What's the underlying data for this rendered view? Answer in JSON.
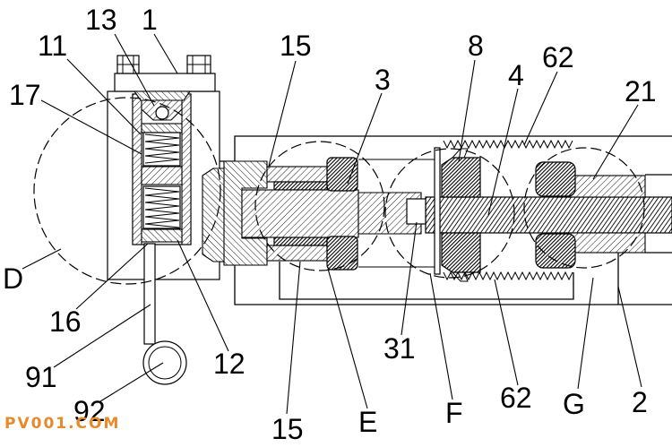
{
  "figure": {
    "labels": {
      "n13": "13",
      "n1": "1",
      "n11": "11",
      "n17": "17",
      "n15_top": "15",
      "n3": "3",
      "n8": "8",
      "n4": "4",
      "n62_top": "62",
      "n21": "21",
      "nD": "D",
      "n16": "16",
      "n91": "91",
      "n12": "12",
      "n92": "92",
      "n31": "31",
      "n15_bottom": "15",
      "nE": "E",
      "nF": "F",
      "n62_bottom": "62",
      "nG": "G",
      "n2": "2"
    }
  },
  "watermark": {
    "text": "PV001.COM",
    "color": "#e8892b"
  },
  "colors": {
    "line": "#000000",
    "background": "#ffffff"
  }
}
